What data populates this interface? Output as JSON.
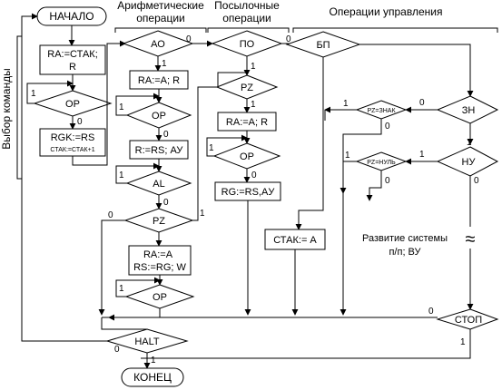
{
  "headers": {
    "arith": [
      "Арифметические",
      "операции"
    ],
    "shift": [
      "Посылочные",
      "операции"
    ],
    "control": "Операции управления"
  },
  "side_label": "Выбор команды",
  "terminals": {
    "start": "НАЧАЛО",
    "end": "КОНЕЦ"
  },
  "fetch": {
    "box1": [
      "RA:=СТАК;",
      "R"
    ],
    "op": "ОР",
    "box2_main": "RGK:=RS",
    "box2_sub": "СТАК:=СТАК+1"
  },
  "arith": {
    "ao": "АО",
    "box1": "RA:=A; R",
    "op1": "ОР",
    "box2": "R:=RS; АУ",
    "al": "AL",
    "pz": "PZ",
    "box3": [
      "RA:=A",
      "RS:=RG; W"
    ],
    "op2": "ОР"
  },
  "shift": {
    "po": "ПО",
    "pz": "PZ",
    "box1": "RA:=A; R",
    "op": "ОР",
    "box2": "RG:=RS,AУ"
  },
  "control": {
    "bp": "БП",
    "zn": "ЗН",
    "pz_znak": "PZ=ЗНАК",
    "nu": "НУ",
    "pz_nul": "PZ=НУЛЬ",
    "stak": "СТАК:= А",
    "stop": "СТОП",
    "halt": "HALT",
    "note": [
      "Развитие системы",
      "п/п; ВУ"
    ],
    "approx": "≈"
  },
  "flow_labels": {
    "zero": "0",
    "one": "1"
  }
}
